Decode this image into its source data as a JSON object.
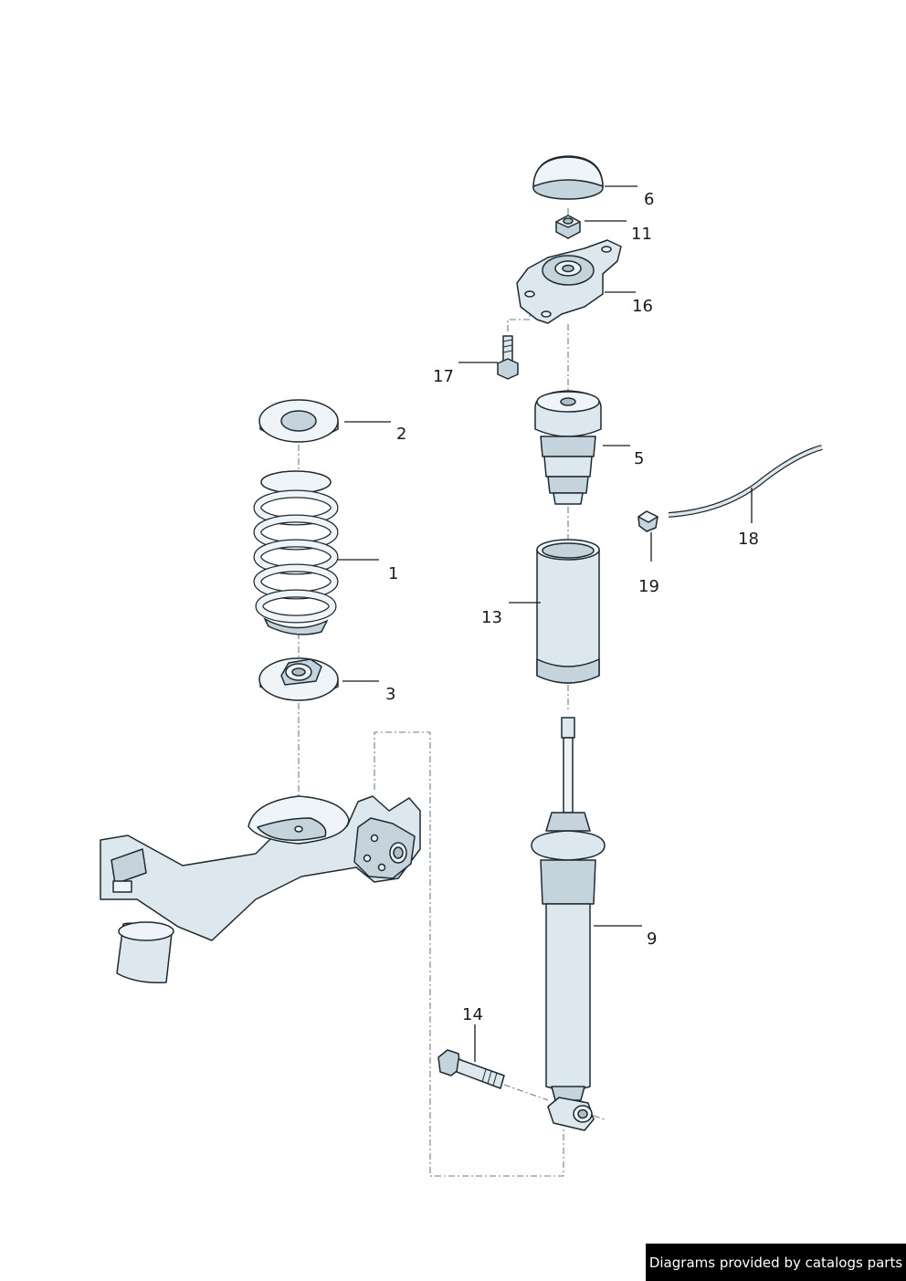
{
  "labels": {
    "p1": "1",
    "p2": "2",
    "p3": "3",
    "p5": "5",
    "p6": "6",
    "p9": "9",
    "p11": "11",
    "p13": "13",
    "p14": "14",
    "p16": "16",
    "p17": "17",
    "p18": "18",
    "p19": "19"
  },
  "footer": {
    "credit": "Diagrams provided by catalogs parts"
  }
}
